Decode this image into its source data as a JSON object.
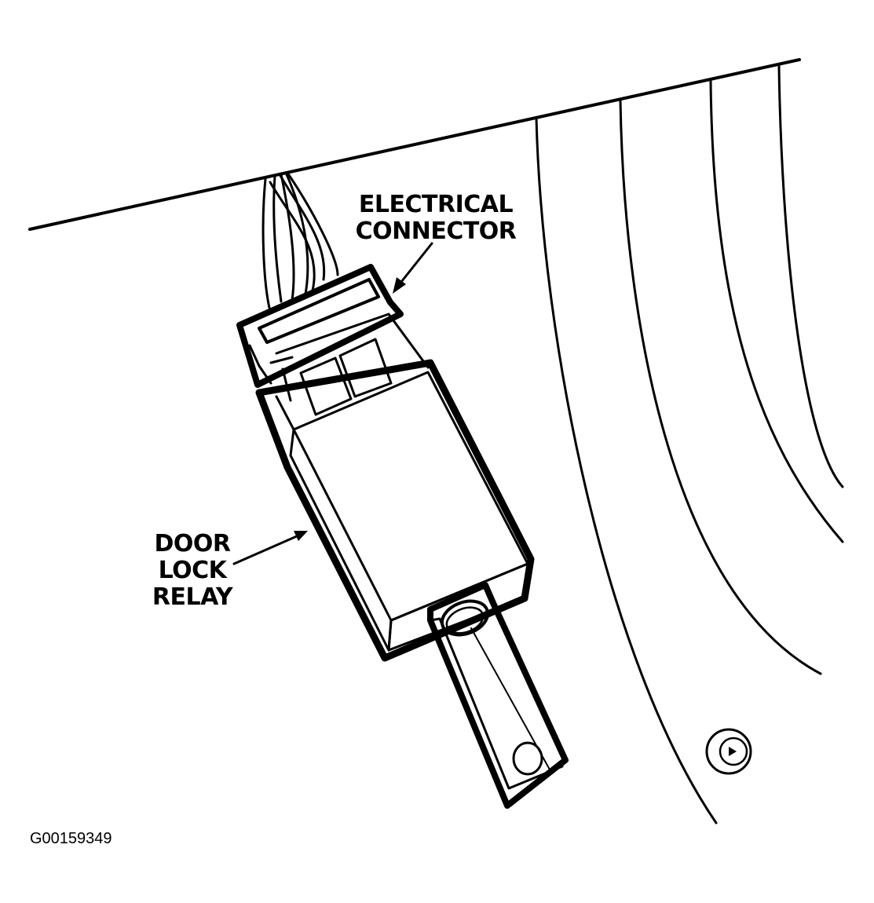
{
  "labels": {
    "electrical_connector": [
      "ELECTRICAL",
      "CONNECTOR"
    ],
    "door_lock_relay": [
      "DOOR",
      "LOCK",
      "RELAY"
    ]
  },
  "figure_id": "G00159349",
  "colors": {
    "ink": "#000000",
    "paper": "#ffffff"
  }
}
